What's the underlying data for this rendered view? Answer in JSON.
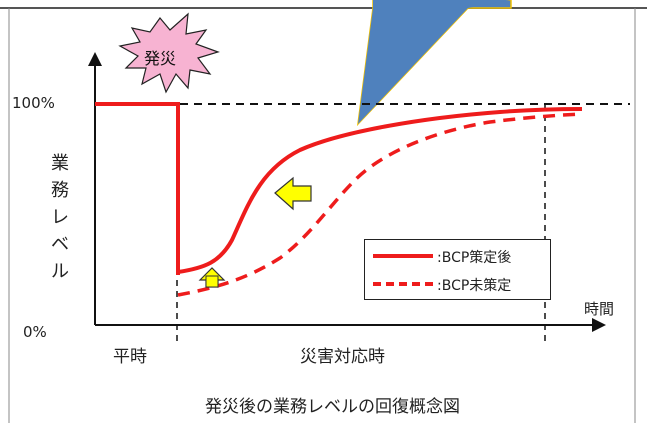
{
  "diagram": {
    "y_top_label": "100%",
    "y_bottom_label": "0%",
    "y_axis_title": "業務レベル",
    "x_axis_title": "時間",
    "x_label_normal": "平時",
    "x_label_response": "災害対応時",
    "event_label": "発災",
    "caption": "発災後の業務レベルの回復概念図",
    "legend": [
      {
        "label": ":BCP策定後",
        "style": "solid"
      },
      {
        "label": ":BCP未策定",
        "style": "dashed"
      }
    ],
    "colors": {
      "curve": "#ee1c1c",
      "callout": "#4f81bd",
      "callout_border": "#f0c000",
      "arrow_fill": "#ffff00",
      "burst_fill": "#f7b3d2"
    }
  }
}
